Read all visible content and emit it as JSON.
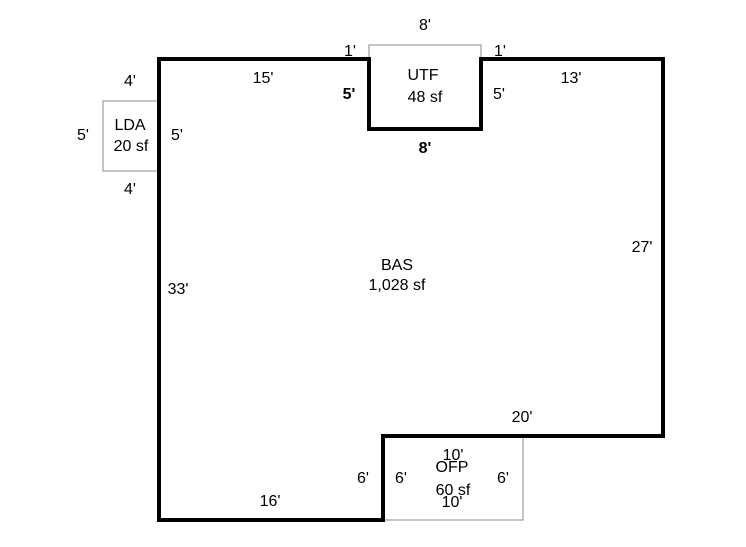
{
  "sketch": {
    "areas": {
      "bas": {
        "code": "BAS",
        "area": "1,028 sf"
      },
      "utf": {
        "code": "UTF",
        "area": "48 sf"
      },
      "lda": {
        "code": "LDA",
        "area": "20 sf"
      },
      "ofp": {
        "code": "OFP",
        "area": "60 sf"
      }
    },
    "dimensions": {
      "utf_top": "8'",
      "utf_left_offset": "1'",
      "utf_right_offset": "1'",
      "utf_left_depth": "5'",
      "utf_right_depth": "5'",
      "utf_bottom": "8'",
      "bas_top_left": "15'",
      "bas_top_right": "13'",
      "bas_right": "27'",
      "bas_left": "33'",
      "bas_step": "20'",
      "bas_step_drop": "6'",
      "bas_bottom": "16'",
      "lda_top": "4'",
      "lda_bottom": "4'",
      "lda_outer": "5'",
      "lda_inner": "5'",
      "ofp_top": "10'",
      "ofp_bottom": "10'",
      "ofp_left": "6'",
      "ofp_right": "6'"
    }
  }
}
